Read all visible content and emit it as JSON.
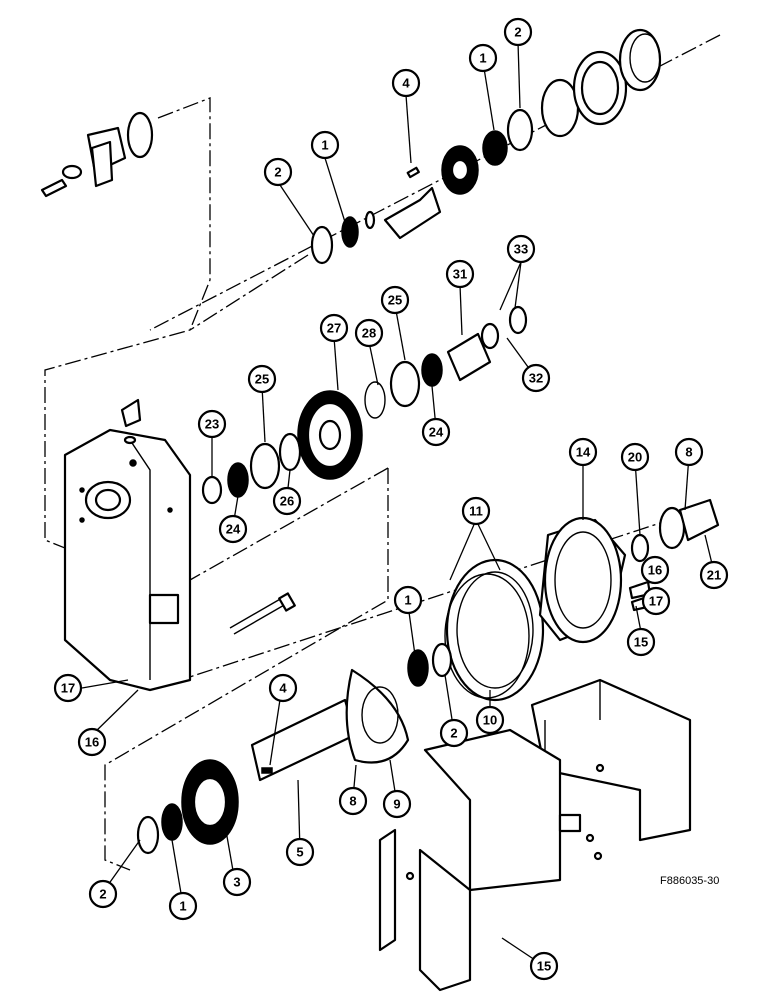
{
  "figure_code": "F886035-30",
  "callouts": [
    {
      "id": "c-1a",
      "text": "1"
    },
    {
      "id": "c-2a",
      "text": "2"
    },
    {
      "id": "c-4a",
      "text": "4"
    },
    {
      "id": "c-2b",
      "text": "2"
    },
    {
      "id": "c-1b",
      "text": "1"
    },
    {
      "id": "c-33",
      "text": "33"
    },
    {
      "id": "c-31",
      "text": "31"
    },
    {
      "id": "c-25a",
      "text": "25"
    },
    {
      "id": "c-27",
      "text": "27"
    },
    {
      "id": "c-28",
      "text": "28"
    },
    {
      "id": "c-32",
      "text": "32"
    },
    {
      "id": "c-25b",
      "text": "25"
    },
    {
      "id": "c-23",
      "text": "23"
    },
    {
      "id": "c-24a",
      "text": "24"
    },
    {
      "id": "c-26",
      "text": "26"
    },
    {
      "id": "c-24b",
      "text": "24"
    },
    {
      "id": "c-14",
      "text": "14"
    },
    {
      "id": "c-20",
      "text": "20"
    },
    {
      "id": "c-8a",
      "text": "8"
    },
    {
      "id": "c-11",
      "text": "11"
    },
    {
      "id": "c-16a",
      "text": "16"
    },
    {
      "id": "c-21",
      "text": "21"
    },
    {
      "id": "c-17a",
      "text": "17"
    },
    {
      "id": "c-15a",
      "text": "15"
    },
    {
      "id": "c-17b",
      "text": "17"
    },
    {
      "id": "c-16b",
      "text": "16"
    },
    {
      "id": "c-1c",
      "text": "1"
    },
    {
      "id": "c-4b",
      "text": "4"
    },
    {
      "id": "c-10",
      "text": "10"
    },
    {
      "id": "c-2c",
      "text": "2"
    },
    {
      "id": "c-8b",
      "text": "8"
    },
    {
      "id": "c-9",
      "text": "9"
    },
    {
      "id": "c-5",
      "text": "5"
    },
    {
      "id": "c-2d",
      "text": "2"
    },
    {
      "id": "c-1d",
      "text": "1"
    },
    {
      "id": "c-3",
      "text": "3"
    },
    {
      "id": "c-15b",
      "text": "15"
    }
  ]
}
